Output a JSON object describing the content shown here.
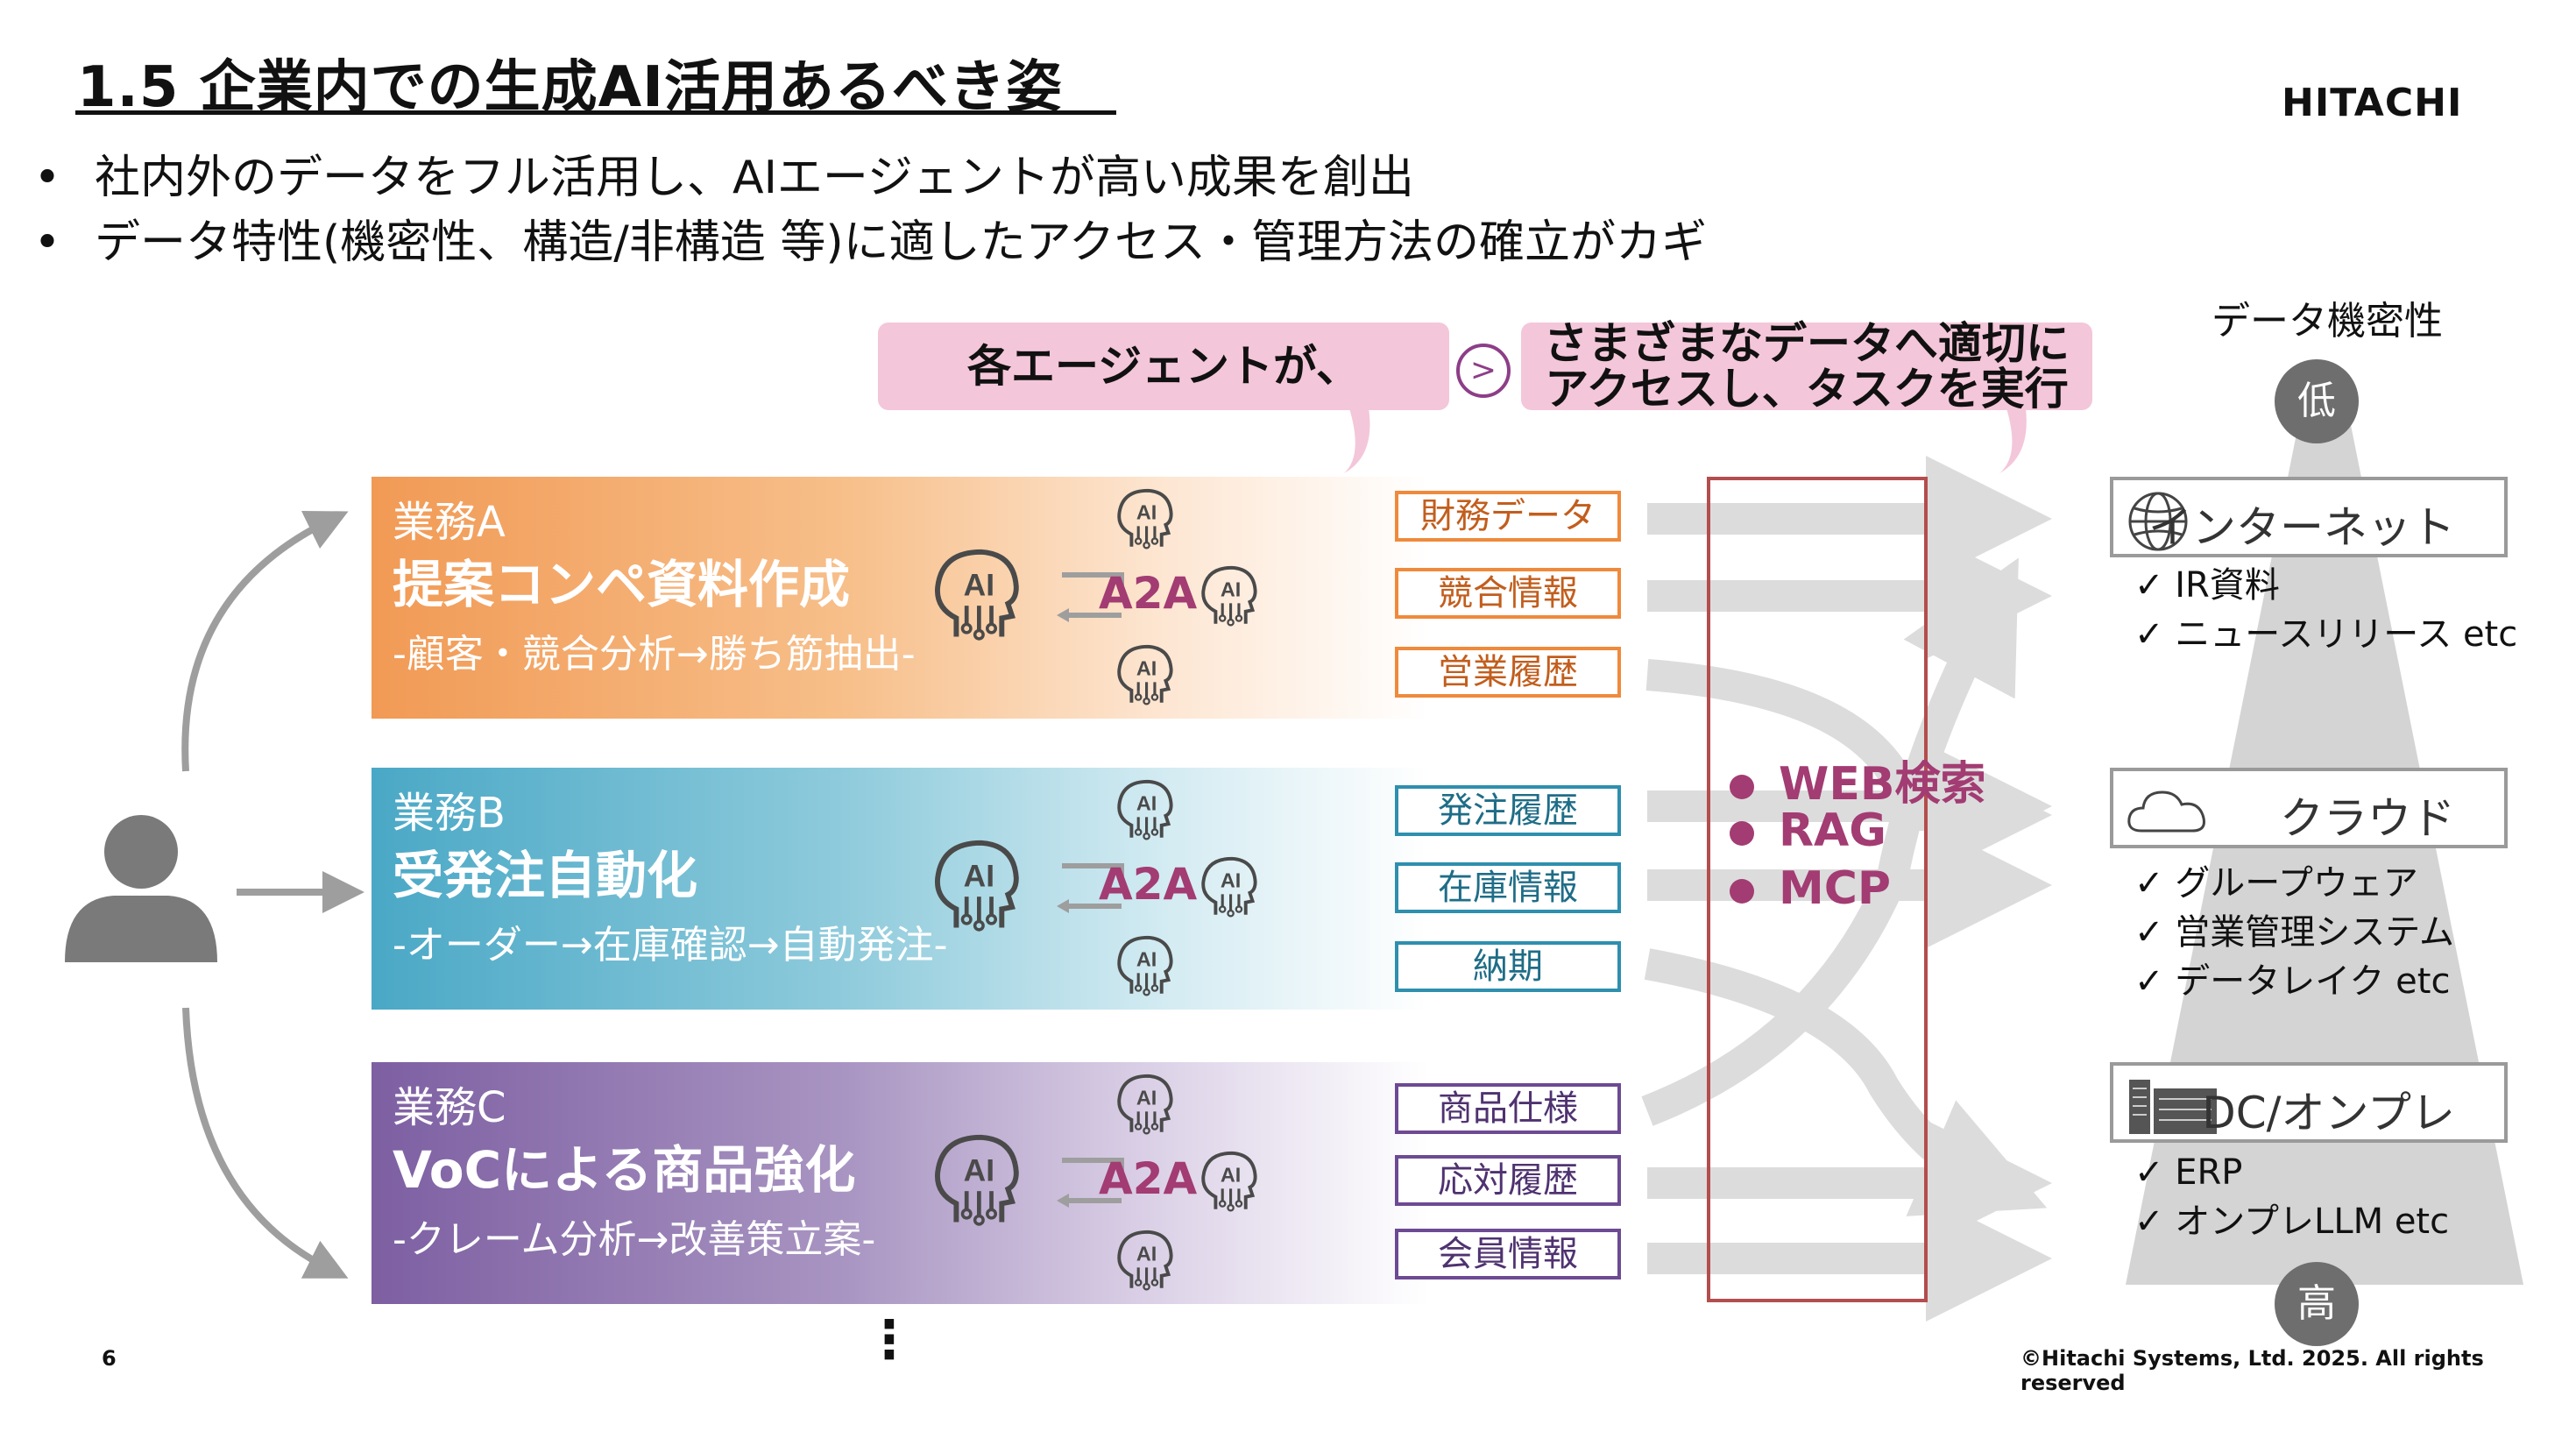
{
  "header": {
    "title": "1.5 企業内での生成AI活用あるべき姿",
    "logo": "HITACHI"
  },
  "bullets": [
    "社内外のデータをフル活用し、AIエージェントが高い成果を創出",
    "データ特性(機密性、構造/非構造 等)に適したアクセス・管理方法の確立がカギ"
  ],
  "bullet_symbol": "•",
  "callouts": {
    "left": "各エージェントが、",
    "right_line1": "さまざまなデータへ適切に",
    "right_line2": "アクセスし、タスクを実行"
  },
  "business": [
    {
      "name": "業務A",
      "task": "提案コンペ資料作成",
      "desc": "-顧客・競合分析→勝ち筋抽出-",
      "a2a": "A2A",
      "data": [
        "財務データ",
        "競合情報",
        "営業履歴"
      ]
    },
    {
      "name": "業務B",
      "task": "受発注自動化",
      "desc": "-オーダー→在庫確認→自動発注-",
      "a2a": "A2A",
      "data": [
        "発注履歴",
        "在庫情報",
        "納期"
      ]
    },
    {
      "name": "業務C",
      "task": "VoCによる商品強化",
      "desc": "-クレーム分析→改善策立案-",
      "a2a": "A2A",
      "data": [
        "商品仕様",
        "応対履歴",
        "会員情報"
      ]
    }
  ],
  "ai_icon_text": "AI",
  "tools": [
    "WEB検索",
    "RAG",
    "MCP"
  ],
  "sensitivity": {
    "label": "データ機密性",
    "low": "低",
    "high": "高"
  },
  "sources": [
    {
      "name": "インターネット",
      "icon": "globe-icon",
      "items": [
        "✓ IR資料",
        "✓ ニュースリリース etc"
      ]
    },
    {
      "name": "クラウド",
      "icon": "cloud-icon",
      "items": [
        "✓ グループウェア",
        "✓ 営業管理システム",
        "✓ データレイク etc"
      ]
    },
    {
      "name": "DC/オンプレ",
      "icon": "server-icon",
      "items": [
        "✓ ERP",
        "✓ オンプレLLM etc"
      ]
    }
  ],
  "footer": {
    "page": "6",
    "copyright": "©Hitachi Systems, Ltd. 2025. All rights reserved",
    "continuation": "⋮"
  },
  "colors": {
    "orange": "#f19a55",
    "teal": "#4aa8c6",
    "purple": "#7d5fa2",
    "accent": "#a23c72",
    "callout": "#f4c6d9"
  }
}
